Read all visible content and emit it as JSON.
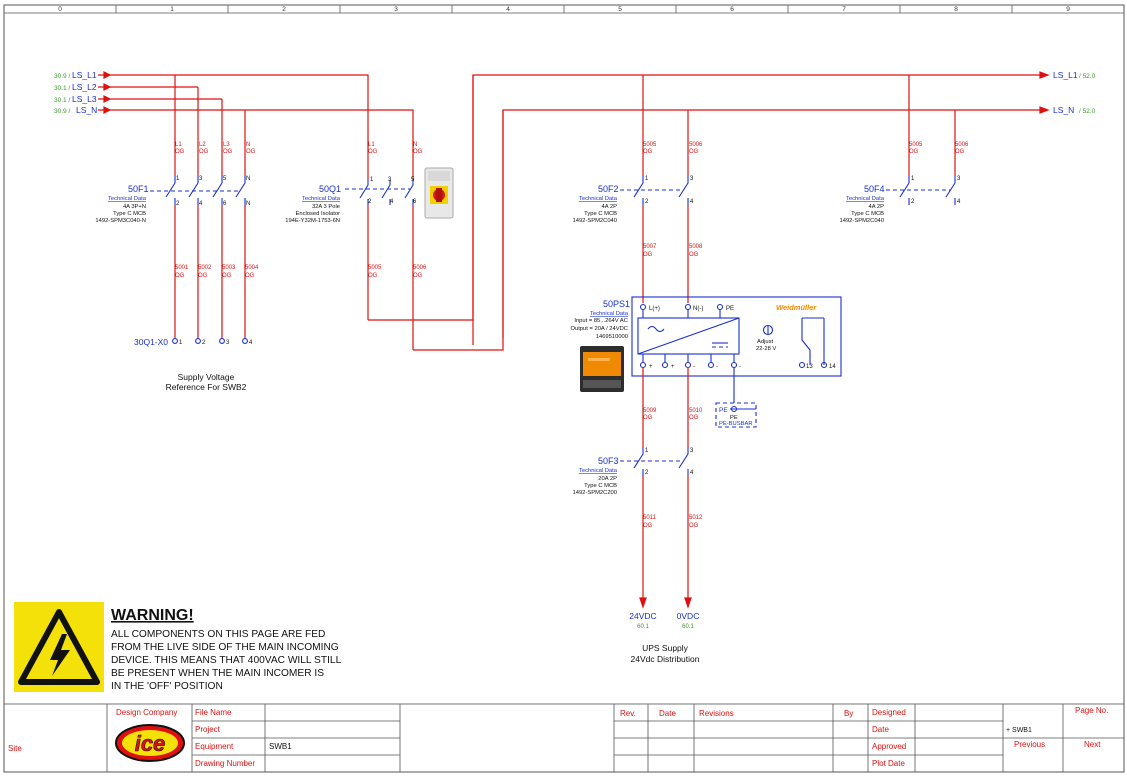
{
  "ruler": [
    "0",
    "1",
    "2",
    "3",
    "4",
    "5",
    "6",
    "7",
    "8",
    "9"
  ],
  "sources": [
    {
      "ref": "30.9 /",
      "label": "LS_L1"
    },
    {
      "ref": "30.1 /",
      "label": "LS_L2"
    },
    {
      "ref": "30.1 /",
      "label": "LS_L3"
    },
    {
      "ref": "30.9 /",
      "label": "LS_N"
    }
  ],
  "outputs": [
    {
      "label": "LS_L1",
      "ref": "/ 52.0"
    },
    {
      "label": "LS_N",
      "ref": "/ 52.0"
    }
  ],
  "f1": {
    "tag": "50F1",
    "tech": "Technical Data",
    "l1": "4A 3P+N",
    "l2": "Type C MCB",
    "l3": "1492-SPM3C040-N",
    "top": [
      "L1",
      "L2",
      "L3",
      "N"
    ],
    "og": "OG",
    "pins_top": [
      "1",
      "3",
      "5",
      "N"
    ],
    "pins_bot": [
      "2",
      "4",
      "6",
      "N"
    ],
    "wires": [
      "5001",
      "5002",
      "5003",
      "5004"
    ],
    "term": "30Q1-X0",
    "terms": [
      "1",
      "2",
      "3",
      "4"
    ]
  },
  "supply_note": {
    "line1": "Supply Voltage",
    "line2": "Reference For SWB2"
  },
  "q1": {
    "tag": "50Q1",
    "tech": "Technical Data",
    "l1": "32A 3 Pole",
    "l2": "Enclosed Isolator",
    "l3": "194E-Y32M-1753-6N",
    "top": [
      "L1",
      "N"
    ],
    "pins_top": [
      "1",
      "3",
      "5"
    ],
    "pins_bot": [
      "2",
      "4",
      "6"
    ],
    "wires": [
      "5005",
      "5006"
    ]
  },
  "f2": {
    "tag": "50F2",
    "tech": "Technical Data",
    "l1": "4A 2P",
    "l2": "Type C MCB",
    "l3": "1492-SPM2C040",
    "top": [
      "5005",
      "5006"
    ],
    "pins_top": [
      "1",
      "3"
    ],
    "pins_bot": [
      "2",
      "4"
    ],
    "wires": [
      "5007",
      "5008"
    ]
  },
  "f4": {
    "tag": "50F4",
    "tech": "Technical Data",
    "l1": "4A 2P",
    "l2": "Type C MCB",
    "l3": "1492-SPM2C040",
    "top": [
      "5005",
      "5006"
    ],
    "pins_top": [
      "1",
      "3"
    ],
    "pins_bot": [
      "2",
      "4"
    ]
  },
  "ps": {
    "tag": "50PS1",
    "tech": "Technical Data",
    "l1": "Input = 85...264V AC",
    "l2": "Output = 20A / 24VDC",
    "l3": "1469510000",
    "brand": "Weidmüller",
    "in_pins": [
      "L(+)",
      "N(-)",
      "PE"
    ],
    "adjust": "Adjust",
    "adjust_range": "22-28 V",
    "out_pins": [
      "+",
      "+",
      "-",
      "-",
      "-"
    ],
    "relay": [
      "13",
      "14"
    ]
  },
  "pe": {
    "label": "PE",
    "sub": "PE",
    "busbar": "PE-BUSBAR"
  },
  "f3": {
    "tag": "50F3",
    "tech": "Technical Data",
    "l1": "20A 2P",
    "l2": "Type C MCB",
    "l3": "1492-SPM2C200",
    "top": [
      "5009",
      "5010"
    ],
    "pins_top": [
      "1",
      "3"
    ],
    "pins_bot": [
      "2",
      "4"
    ],
    "wires": [
      "5011",
      "5012"
    ]
  },
  "dc": [
    {
      "label": "24VDC",
      "ref": "60.1"
    },
    {
      "label": "0VDC",
      "ref": "60.1"
    }
  ],
  "ups_note": {
    "line1": "UPS Supply",
    "line2": "24Vdc Distribution"
  },
  "warning": {
    "title": "WARNING!",
    "lines": [
      "ALL COMPONENTS ON THIS PAGE ARE FED",
      "FROM THE LIVE SIDE OF THE MAIN INCOMING",
      "DEVICE.  THIS MEANS THAT 400VAC  WILL STILL",
      "BE PRESENT WHEN THE MAIN INCOMER IS",
      "IN THE 'OFF' POSITION"
    ]
  },
  "title_block": {
    "site": "Site",
    "design_company": "Design Company",
    "logo": "ice",
    "file_name": "File Name",
    "project": "Project",
    "equipment": "Equipment",
    "equipment_value": "SWB1",
    "drawing_number": "Drawing Number",
    "rev": "Rev.",
    "date": "Date",
    "revisions": "Revisions",
    "by": "By",
    "designed": "Designed",
    "date2": "Date",
    "approved": "Approved",
    "plot_date": "Plot Date",
    "page_no": "Page No.",
    "page_value": "+ SWB1",
    "previous": "Previous",
    "next": "Next"
  },
  "colors": {
    "wire": "#e01010",
    "symbol": "#1a2fd0",
    "ref": "#3a9a2a",
    "warning_bg": "#f5e10a"
  }
}
